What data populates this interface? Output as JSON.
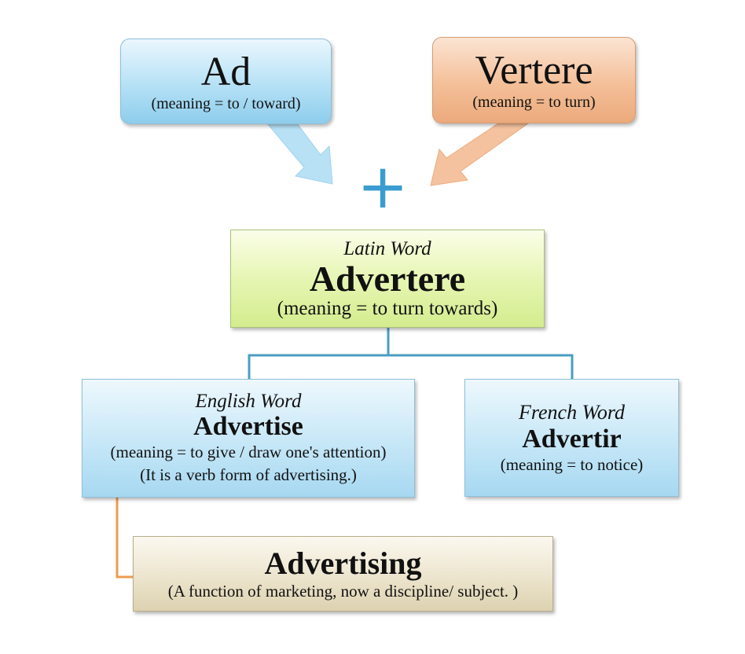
{
  "roots": [
    {
      "word": "Ad",
      "meaning": "(meaning = to / toward)",
      "color": "#b5e1f6"
    },
    {
      "word": "Vertere",
      "meaning": "(meaning = to turn)",
      "color": "#f4bf98"
    }
  ],
  "plus_symbol": "+",
  "latin": {
    "category": "Latin Word",
    "word": "Advertere",
    "meaning": "(meaning =  to turn towards)",
    "color": "#e6f6b3"
  },
  "english": {
    "category": "English Word",
    "word": "Advertise",
    "meaning": "(meaning = to give / draw one's attention)",
    "note": "(It is a verb form of advertising.)",
    "color": "#c6e7f7"
  },
  "french": {
    "category": "French Word",
    "word": "Advertir",
    "meaning": "(meaning = to notice)",
    "color": "#c6e7f7"
  },
  "advertising": {
    "word": "Advertising",
    "meaning": "(A function of marketing, now a discipline/ subject. )",
    "color": "#ece4cd"
  },
  "colors": {
    "connector_blue": "#4a9ec2",
    "connector_orange": "#ef9b4d",
    "plus": "#3b9ccf"
  }
}
